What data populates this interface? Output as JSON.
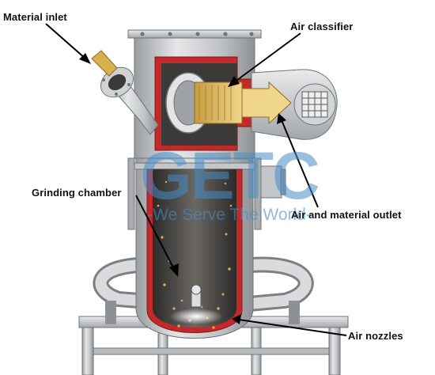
{
  "labels": {
    "material_inlet": "Material inlet",
    "air_classifier": "Air classifier",
    "grinding_chamber": "Grinding chamber",
    "air_material_outlet": "Air and material outlet",
    "air_nozzles": "Air nozzles"
  },
  "watermark": {
    "brand": "GETC",
    "tagline": "-We Serve The World-"
  },
  "colors": {
    "steel": "#c9ccce",
    "steel_dark": "#8d9194",
    "cutaway_red": "#c4282a",
    "chamber_interior": "#3b3a38",
    "powder": "#d9b04f",
    "watermark_blue": "#468cc8"
  }
}
